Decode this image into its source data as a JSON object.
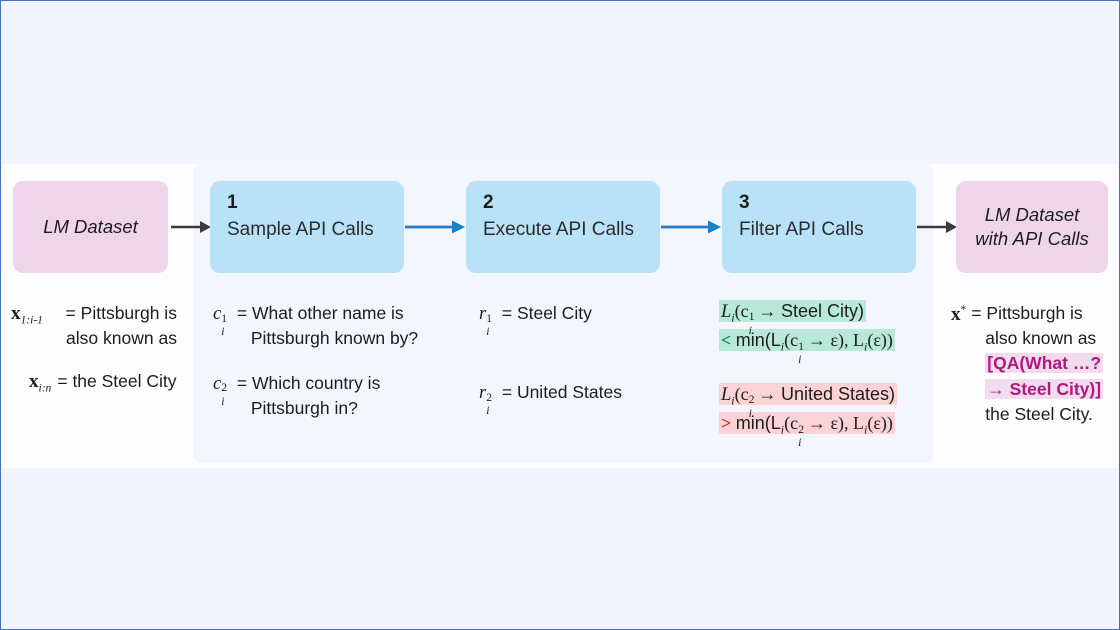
{
  "figure": {
    "background_color": "#f2f5fd",
    "border_color": "#4a72c4",
    "panel_color": "#f3f6fd",
    "dataset_box_color": "#eed5e8",
    "step_box_color": "#b9e2f8",
    "arrow_dark_color": "#3b3b3b",
    "arrow_blue_color": "#1a7fc4",
    "highlight_green": "#b8e8d8",
    "highlight_red": "#fbd2d6",
    "highlight_magenta_bg": "#f0dced",
    "magenta_text": "#b3177d"
  },
  "nodes": {
    "input_dataset": {
      "label_line1": "LM Dataset"
    },
    "step1": {
      "number": "1",
      "title": "Sample API Calls"
    },
    "step2": {
      "number": "2",
      "title": "Execute API Calls"
    },
    "step3": {
      "number": "3",
      "title": "Filter API Calls"
    },
    "output_dataset": {
      "label_line1": "LM Dataset",
      "label_line2": "with API Calls"
    }
  },
  "columns": {
    "input": {
      "entries": [
        {
          "var": "x",
          "sub": "1:i-1",
          "eq": "=",
          "text_line1": "Pittsburgh is",
          "text_line2": "also known as"
        },
        {
          "var": "x",
          "sub": "i:n",
          "eq": "=",
          "text_line1": "the Steel City",
          "text_line2": ""
        }
      ]
    },
    "step1_calls": {
      "entries": [
        {
          "var": "c",
          "sub": "i",
          "sup": "1",
          "eq": "=",
          "text_line1": "What other name is",
          "text_line2": "Pittsburgh known by?"
        },
        {
          "var": "c",
          "sub": "i",
          "sup": "2",
          "eq": "=",
          "text_line1": "Which country is",
          "text_line2": "Pittsburgh in?"
        }
      ]
    },
    "step2_responses": {
      "entries": [
        {
          "var": "r",
          "sub": "i",
          "sup": "1",
          "eq": "=",
          "text_line1": "Steel City"
        },
        {
          "var": "r",
          "sub": "i",
          "sup": "2",
          "eq": "=",
          "text_line1": "United States"
        }
      ]
    },
    "step3_filters": {
      "entries": [
        {
          "status": "kept",
          "highlight": "green",
          "line1_prefix": "L",
          "line1_sub": "i",
          "line1_body": "(c",
          "line1_csub": "i",
          "line1_csup": "1",
          "line1_arrow": "→",
          "line1_response": "Steel City)",
          "operator": "<",
          "line2": "min(L",
          "line2_sub": "i",
          "line2_body": "(c",
          "line2_csub": "i",
          "line2_csup": "1",
          "line2_arrow": "→",
          "line2_eps": "ε), L",
          "line2_sub2": "i",
          "line2_tail": "(ε))"
        },
        {
          "status": "discarded",
          "highlight": "red",
          "line1_prefix": "L",
          "line1_sub": "i",
          "line1_body": "(c",
          "line1_csub": "i",
          "line1_csup": "2",
          "line1_arrow": "→",
          "line1_response": "United States)",
          "operator": ">",
          "line2": "min(L",
          "line2_sub": "i",
          "line2_body": "(c",
          "line2_csub": "i",
          "line2_csup": "2",
          "line2_arrow": "→",
          "line2_eps": "ε), L",
          "line2_sub2": "i",
          "line2_tail": "(ε))"
        }
      ]
    },
    "output": {
      "var": "x",
      "sup": "*",
      "eq": "=",
      "line1": "Pittsburgh is",
      "line2": "also known as",
      "line3_highlight": "[QA(What …?",
      "line4_highlight": "→ Steel City)]",
      "line5": "the Steel City."
    }
  }
}
